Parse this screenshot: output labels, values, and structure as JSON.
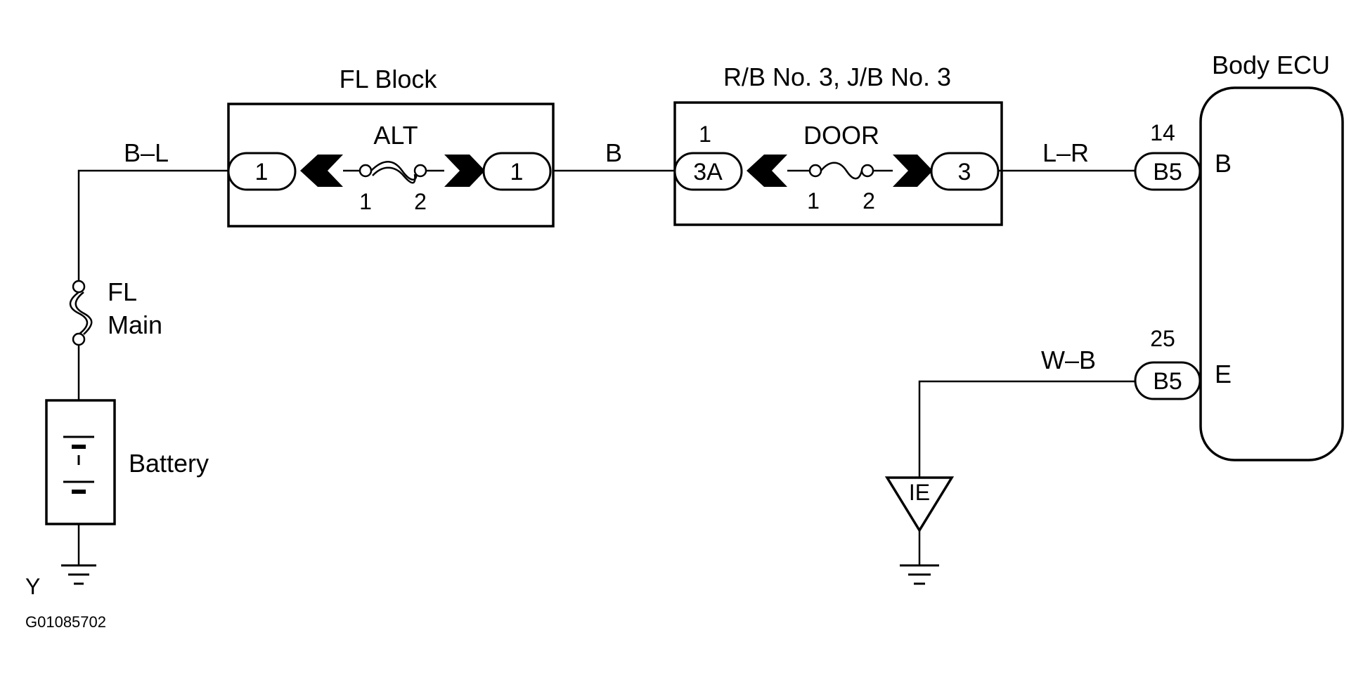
{
  "diagram": {
    "fl_block": {
      "title": "FL Block",
      "fuse_label": "ALT",
      "left_connector": "1",
      "right_connector": "1",
      "fuse_pin_left": "1",
      "fuse_pin_right": "2"
    },
    "rb_block": {
      "title": "R/B No. 3, J/B No. 3",
      "fuse_label": "DOOR",
      "left_connector": "3A",
      "left_pin": "1",
      "right_connector": "3",
      "fuse_pin_left": "1",
      "fuse_pin_right": "2"
    },
    "ecu": {
      "title": "Body ECU",
      "pin_b_number": "14",
      "pin_b_connector": "B5",
      "pin_b_terminal": "B",
      "pin_e_number": "25",
      "pin_e_connector": "B5",
      "pin_e_terminal": "E"
    },
    "wires": {
      "bl": "B–L",
      "b": "B",
      "lr": "L–R",
      "wb": "W–B"
    },
    "fl_main": {
      "line1": "FL",
      "line2": "Main"
    },
    "battery": "Battery",
    "ground_point": "IE",
    "ground_y_label": "Y",
    "figure_code": "G01085702"
  }
}
